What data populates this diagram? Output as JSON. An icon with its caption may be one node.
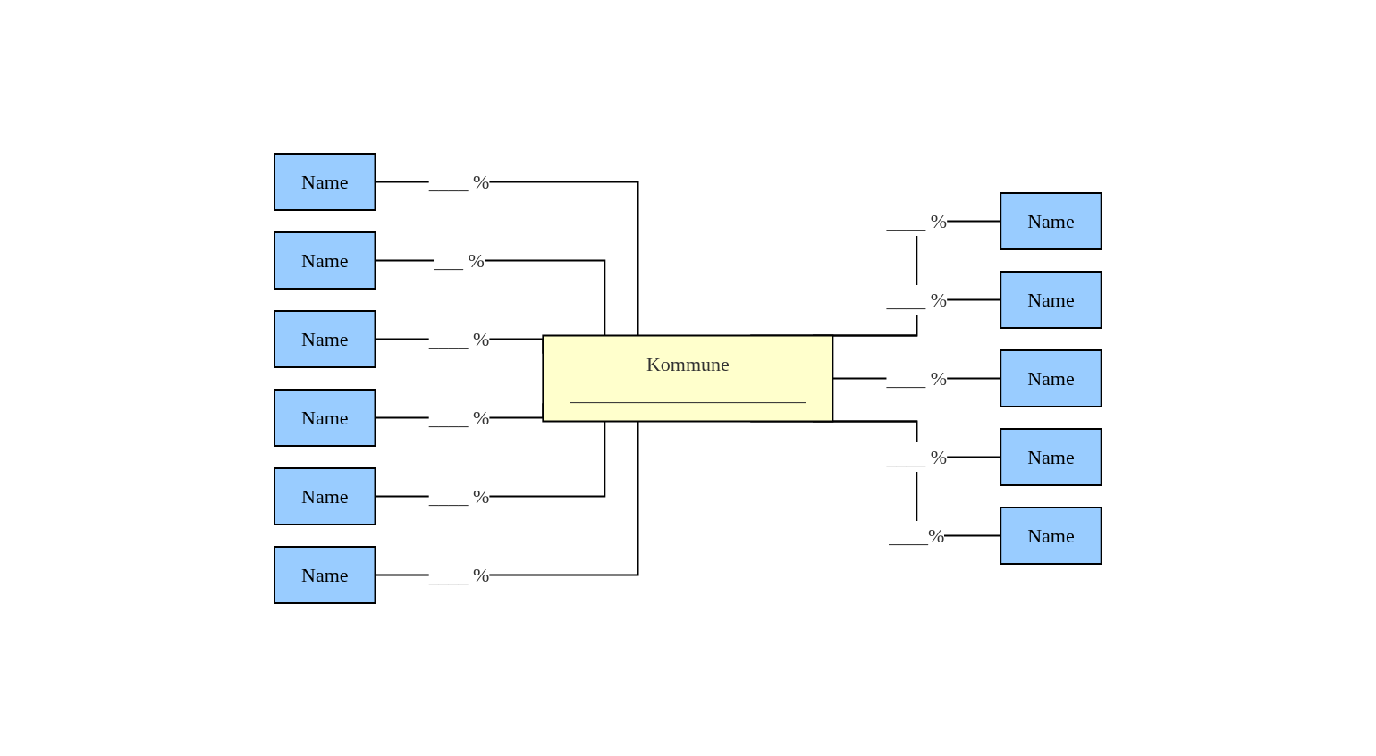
{
  "diagram": {
    "nodes": [
      {
        "text": [
          "Name"
        ]
      },
      {
        "text": [
          "Name"
        ]
      },
      {
        "text": [
          "Name"
        ]
      },
      {
        "text": [
          "Name"
        ]
      },
      {
        "text": [
          "Name"
        ]
      },
      {
        "text": [
          "Name"
        ]
      },
      {
        "text": [
          "Kommune",
          "________________________"
        ]
      },
      {
        "text": [
          "Name"
        ]
      },
      {
        "text": [
          "Name"
        ]
      },
      {
        "text": [
          "Name"
        ]
      },
      {
        "text": [
          "Name"
        ]
      },
      {
        "text": [
          "Name"
        ]
      }
    ],
    "edges": [
      {
        "from": 0,
        "to": 6,
        "arrow": "none",
        "label": "____ %"
      },
      {
        "from": 3,
        "to": 6,
        "arrow": "none",
        "label": "___ %"
      },
      {
        "from": 5,
        "to": 6,
        "arrow": "none",
        "label": "____ %"
      },
      {
        "from": 8,
        "to": 6,
        "arrow": "none",
        "label": "____ %"
      },
      {
        "from": 10,
        "to": 6,
        "arrow": "none",
        "label": "____ %"
      },
      {
        "from": 1,
        "to": 6,
        "arrow": "none",
        "label": "____ %"
      },
      {
        "from": 6,
        "to": 2,
        "arrow": "none",
        "label": "____ %"
      },
      {
        "from": 6,
        "to": 4,
        "arrow": "none",
        "label": "____ %"
      },
      {
        "from": 6,
        "to": 7,
        "arrow": "none",
        "label": "____ %"
      },
      {
        "from": 6,
        "to": 9,
        "arrow": "none",
        "label": "____ %"
      },
      {
        "from": 6,
        "to": 11,
        "arrow": "none",
        "label": "____%"
      }
    ]
  }
}
